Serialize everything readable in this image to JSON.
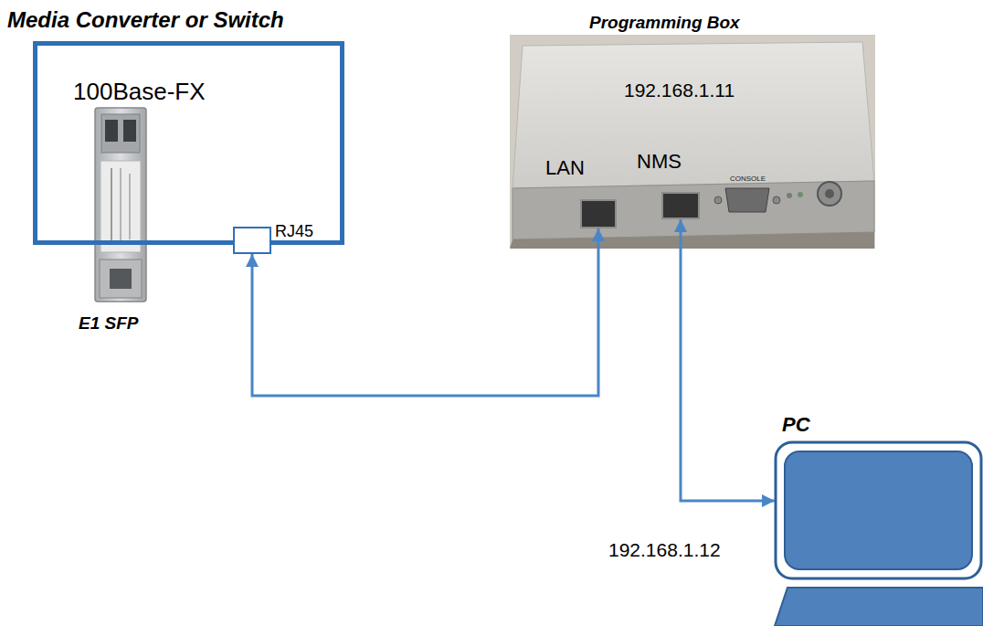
{
  "diagram": {
    "nodes": [
      {
        "text": [
          "Media Converter or Switch",
          "100Base-FX"
        ]
      },
      {
        "text": [
          "RJ45"
        ],
        "in": 0
      },
      {
        "text": [
          "Programming Box",
          "192.168.1.11"
        ]
      },
      {
        "text": [
          "LAN"
        ],
        "in": 2
      },
      {
        "text": [
          "NMS"
        ],
        "in": 2
      },
      {
        "text": [
          "PC"
        ]
      }
    ],
    "edges": [
      {
        "from": 1,
        "to": 3,
        "arrow": "both"
      },
      {
        "from": 4,
        "to": 5,
        "arrow": "both"
      }
    ],
    "labels": [
      "E1 SFP",
      "CONSOLE",
      "192.168.1.12"
    ]
  }
}
